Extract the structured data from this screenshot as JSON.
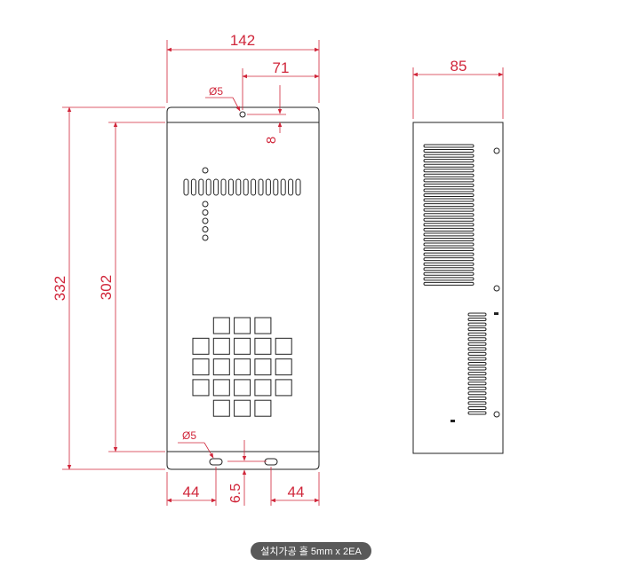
{
  "front_view": {
    "width_label": "142",
    "offset_label": "71",
    "top_hole_label": "Ø5",
    "top_hole_offset_label": "8",
    "outer_height_label": "332",
    "inner_height_label": "302",
    "bottom_hole_label": "Ø5",
    "bottom_left_label": "44",
    "bottom_offset_label": "6.5",
    "bottom_right_label": "44"
  },
  "side_view": {
    "depth_label": "85"
  },
  "caption": {
    "text": "설치가공 홀 5mm x 2EA"
  },
  "colors": {
    "dimension": "#d0263a",
    "outline": "#222222",
    "caption_bg": "#595959"
  }
}
